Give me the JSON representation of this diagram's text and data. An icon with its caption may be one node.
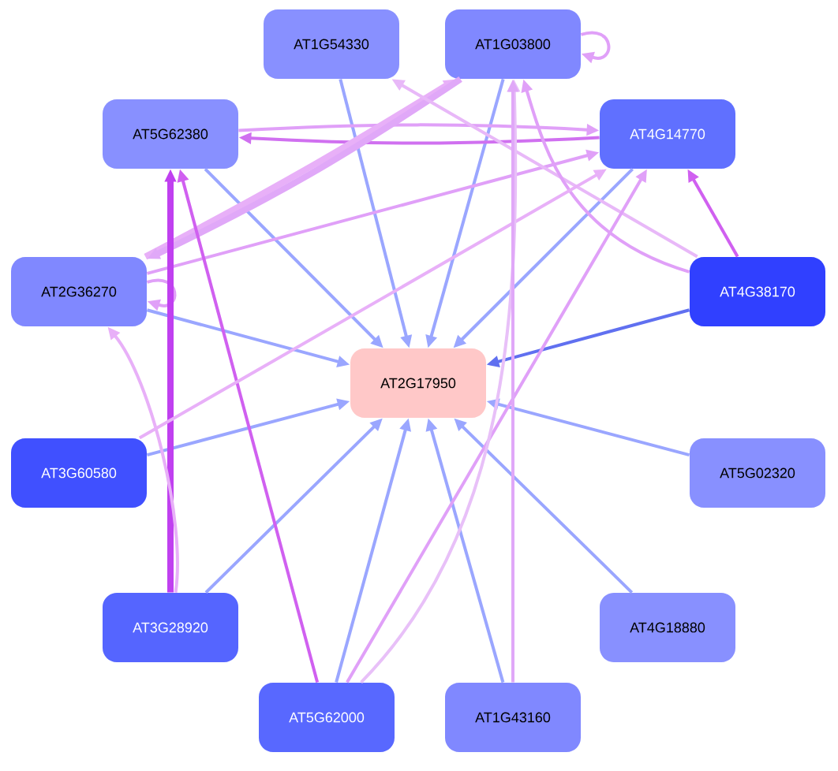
{
  "diagram": {
    "nodes": [
      {
        "text": [
          "AT1G54330"
        ]
      },
      {
        "text": [
          "AT1G03800"
        ]
      },
      {
        "text": [
          "AT5G62380"
        ]
      },
      {
        "text": [
          "AT4G14770"
        ]
      },
      {
        "text": [
          "AT2G36270"
        ]
      },
      {
        "text": [
          "AT4G38170"
        ]
      },
      {
        "text": [
          "AT2G17950"
        ]
      },
      {
        "text": [
          "AT3G60580"
        ]
      },
      {
        "text": [
          "AT5G02320"
        ]
      },
      {
        "text": [
          "AT3G28920"
        ]
      },
      {
        "text": [
          "AT4G18880"
        ]
      },
      {
        "text": [
          "AT5G62000"
        ]
      },
      {
        "text": [
          "AT1G43160"
        ]
      }
    ],
    "edges": [
      {
        "from": 0,
        "to": 6,
        "arrow": "to"
      },
      {
        "from": 1,
        "to": 6,
        "arrow": "to"
      },
      {
        "from": 2,
        "to": 6,
        "arrow": "to"
      },
      {
        "from": 3,
        "to": 6,
        "arrow": "to"
      },
      {
        "from": 4,
        "to": 6,
        "arrow": "to"
      },
      {
        "from": 5,
        "to": 6,
        "arrow": "to",
        "color": "#6070f0"
      },
      {
        "from": 7,
        "to": 6,
        "arrow": "to"
      },
      {
        "from": 8,
        "to": 6,
        "arrow": "to"
      },
      {
        "from": 9,
        "to": 6,
        "arrow": "to"
      },
      {
        "from": 10,
        "to": 6,
        "arrow": "to"
      },
      {
        "from": 11,
        "to": 6,
        "arrow": "to"
      },
      {
        "from": 12,
        "to": 6,
        "arrow": "to"
      },
      {
        "from": 1,
        "to": 1,
        "arrow": "to",
        "color": "#e0a0f8"
      },
      {
        "from": 4,
        "to": 4,
        "arrow": "to",
        "color": "#e0a0f8"
      },
      {
        "from": 3,
        "to": 2,
        "arrow": "to",
        "color": "#d070f0"
      },
      {
        "from": 2,
        "to": 3,
        "arrow": "to",
        "color": "#e0a0f8"
      },
      {
        "from": 4,
        "to": 1,
        "arrow": "to",
        "style": "thick",
        "color": "#e8b0f8"
      },
      {
        "from": 1,
        "to": 4,
        "arrow": "to",
        "style": "thick",
        "color": "#e0a8f8"
      },
      {
        "from": 4,
        "to": 3,
        "arrow": "to",
        "color": "#e0a0f8"
      },
      {
        "from": 5,
        "to": 0,
        "arrow": "to",
        "color": "#e8b8f8"
      },
      {
        "from": 5,
        "to": 1,
        "arrow": "to",
        "color": "#e0a0f8"
      },
      {
        "from": 5,
        "to": 3,
        "arrow": "to",
        "color": "#d060f0"
      },
      {
        "from": 9,
        "to": 2,
        "arrow": "to",
        "style": "thick",
        "color": "#c040f0"
      },
      {
        "from": 11,
        "to": 2,
        "arrow": "to",
        "color": "#d060f0"
      },
      {
        "from": 9,
        "to": 4,
        "arrow": "to",
        "color": "#e8b0f8"
      },
      {
        "from": 7,
        "to": 3,
        "arrow": "to",
        "color": "#e8b0f8"
      },
      {
        "from": 11,
        "to": 3,
        "arrow": "to",
        "color": "#e0a0f8"
      },
      {
        "from": 11,
        "to": 1,
        "arrow": "to",
        "color": "#e8c0f8"
      },
      {
        "from": 12,
        "to": 1,
        "arrow": "to",
        "color": "#e0a8f8"
      }
    ]
  }
}
